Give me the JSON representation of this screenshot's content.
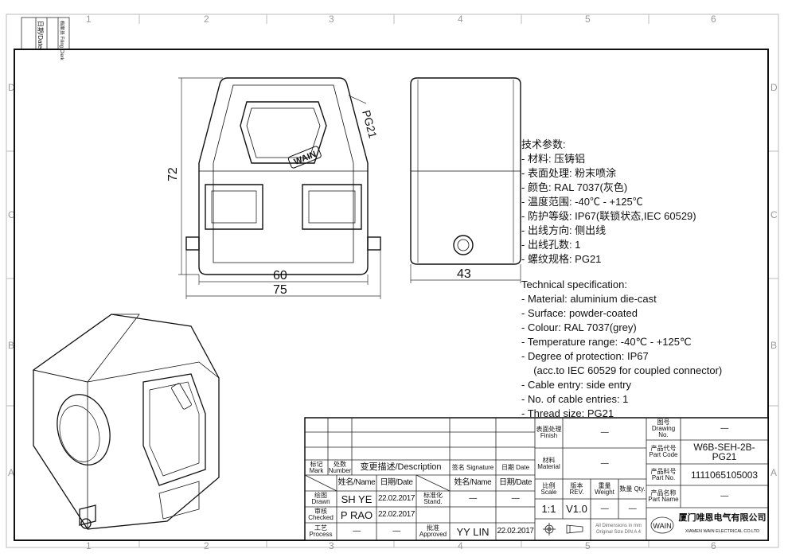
{
  "zones": {
    "columns": [
      "1",
      "2",
      "3",
      "4",
      "5",
      "6"
    ],
    "rows": [
      "D",
      "C",
      "B",
      "A"
    ]
  },
  "filing": {
    "date": "日期/Date",
    "clerk": "档案员 Filing Clerk"
  },
  "front_view": {
    "dim_height": "72",
    "dim_inner_width": "60",
    "dim_outer_width": "75",
    "thread_label": "PG21",
    "logo": "WAIN"
  },
  "side_view": {
    "dim_width": "43"
  },
  "spec_cn": {
    "title": "技术参数:",
    "lines": [
      "- 材料: 压铸铝",
      "- 表面处理: 粉末喷涂",
      "- 颜色: RAL 7037(灰色)",
      "- 温度范围: -40℃ - +125℃",
      "- 防护等级: IP67(联锁状态,IEC 60529)",
      "- 出线方向: 侧出线",
      "- 出线孔数: 1",
      "- 螺纹规格: PG21"
    ]
  },
  "spec_en": {
    "title": "Technical specification:",
    "lines": [
      "- Material: aluminium die-cast",
      "- Surface: powder-coated",
      "- Colour: RAL 7037(grey)",
      "- Temperature range: -40℃ - +125℃",
      "- Degree of protection: IP67",
      "  (acc.to IEC 60529 for coupled connector)",
      "- Cable entry: side entry",
      "- No. of cable entries: 1",
      "- Thread size: PG21"
    ]
  },
  "title_block": {
    "mark": "标记 Mark",
    "number": "处数 Number",
    "description": "变更描述/Description",
    "signature": "签名 Signature",
    "date": "日期 Date",
    "name_hdr": "姓名/Name",
    "date_hdr": "日期/Date",
    "drawn": "绘图 Drawn",
    "drawn_name": "SH YE",
    "drawn_date": "22.02.2017",
    "stand": "标准化 Stand.",
    "stand_name": "—",
    "stand_date": "—",
    "checked": "审核 Checked",
    "checked_name": "P RAO",
    "checked_date": "22.02.2017",
    "process": "工艺 Process",
    "process_name": "—",
    "process_date": "—",
    "approved": "批准 Approved",
    "approved_name": "YY LIN",
    "approved_date": "22.02.2017",
    "finish": "表面处理 Finish",
    "finish_val": "—",
    "material": "材料 Material",
    "material_val": "—",
    "scale": "比例 Scale",
    "scale_val": "1:1",
    "rev": "版本 REV.",
    "rev_val": "V1.0",
    "weight": "重量 Weight",
    "weight_val": "—",
    "qty": "数量 Qty.",
    "qty_val": "—",
    "dims_note1": "All Dimensions in mm",
    "dims_note2": "Original Size DIN A 4",
    "drawing_no": "图号 Drawing No.",
    "drawing_no_val": "—",
    "part_code": "产品代号 Part Code",
    "part_code_val": "W6B-SEH-2B-PG21",
    "part_no": "产品料号 Part No.",
    "part_no_val": "1111065105003",
    "part_name": "产品名称 Part Name",
    "part_name_val": "—",
    "company_logo": "WAIN",
    "company_cn": "厦门唯恩电气有限公司",
    "company_en": "XIAMEN WAIN ELECTRICAL CO.LTD"
  }
}
